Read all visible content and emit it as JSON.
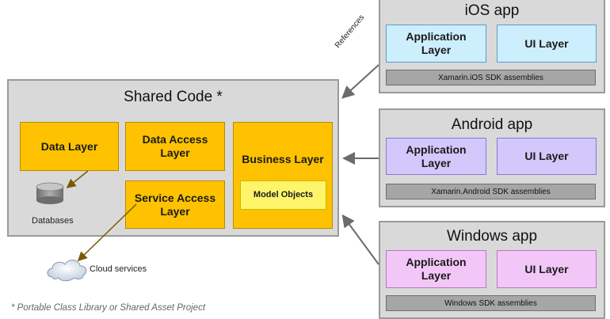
{
  "shared": {
    "title": "Shared Code *",
    "data_layer": "Data Layer",
    "data_access_layer": "Data Access Layer",
    "business_layer": "Business Layer",
    "model_objects": "Model Objects",
    "service_access_layer": "Service Access Layer",
    "databases": "Databases",
    "cloud_services": "Cloud services"
  },
  "footnote": "* Portable Class Library or Shared Asset Project",
  "references_label": "References",
  "platforms": [
    {
      "title": "iOS app",
      "app_layer": "Application Layer",
      "ui_layer": "UI Layer",
      "sdk": "Xamarin.iOS SDK assemblies"
    },
    {
      "title": "Android app",
      "app_layer": "Application Layer",
      "ui_layer": "UI Layer",
      "sdk": "Xamarin.Android SDK assemblies"
    },
    {
      "title": "Windows app",
      "app_layer": "Application Layer",
      "ui_layer": "UI Layer",
      "sdk": "Windows SDK assemblies"
    }
  ],
  "colors": {
    "gold": "#fec200",
    "model_objects": "#fff56b",
    "ios": "#cdeefc",
    "android": "#d2c8fb",
    "windows": "#f2c7f7",
    "sdk": "#a6a6a6",
    "panel": "#d9d9d9"
  }
}
